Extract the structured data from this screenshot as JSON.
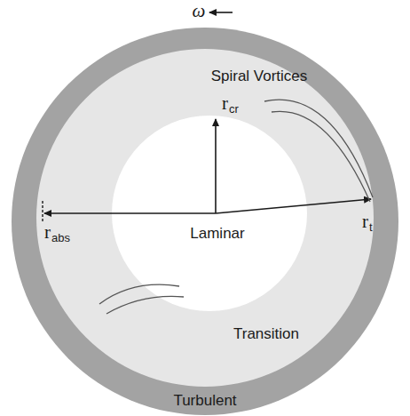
{
  "diagram": {
    "nodes": [
      {
        "text": [
          "Turbulent"
        ]
      },
      {
        "text": [
          "Spiral Vortices",
          "Transition"
        ],
        "in": 0
      },
      {
        "text": [
          "Laminar"
        ],
        "in": 1
      }
    ],
    "labels": [
      "ω",
      "r",
      "cr",
      "r",
      "t",
      "r",
      "abs"
    ]
  }
}
